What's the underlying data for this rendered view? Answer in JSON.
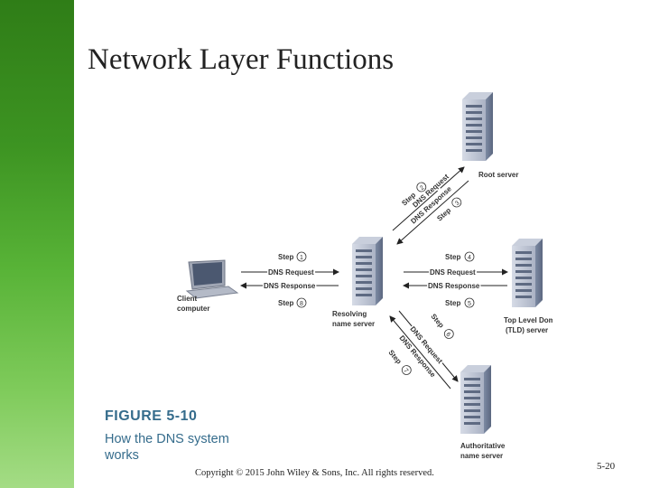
{
  "slide": {
    "title": "Network Layer Functions",
    "figure_number": "FIGURE 5-10",
    "figure_caption": "How the DNS system works",
    "copyright": "Copyright © 2015 John Wiley & Sons, Inc. All rights reserved.",
    "page_number": "5-20"
  },
  "diagram": {
    "nodes": {
      "client": [
        "Client",
        "computer"
      ],
      "resolver": [
        "Resolving",
        "name server"
      ],
      "root": [
        "Root server"
      ],
      "tld": [
        "Top Level Domain",
        "(TLD) server"
      ],
      "auth": [
        "Authoritative",
        "name server"
      ]
    },
    "request_label": "DNS Request",
    "response_label": "DNS Response",
    "steps": [
      "1",
      "2",
      "3",
      "4",
      "5",
      "6",
      "7",
      "8"
    ],
    "step_word": "Step"
  },
  "colors": {
    "band": "#3d9422",
    "caption": "#356c8c"
  }
}
